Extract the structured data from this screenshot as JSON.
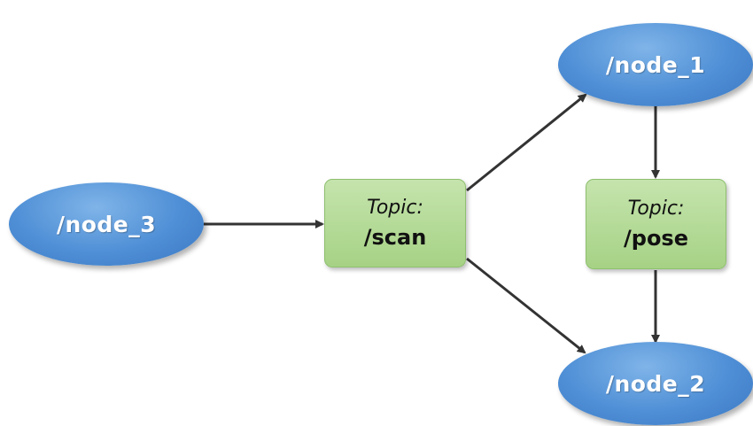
{
  "nodes": {
    "node_1": {
      "label": "/node_1"
    },
    "node_2": {
      "label": "/node_2"
    },
    "node_3": {
      "label": "/node_3"
    }
  },
  "topics": {
    "scan": {
      "prefix": "Topic:",
      "name": "/scan"
    },
    "pose": {
      "prefix": "Topic:",
      "name": "/pose"
    }
  },
  "colors": {
    "node_fill": "#4f8fd6",
    "topic_fill": "#b5db98",
    "arrow": "#333333"
  }
}
